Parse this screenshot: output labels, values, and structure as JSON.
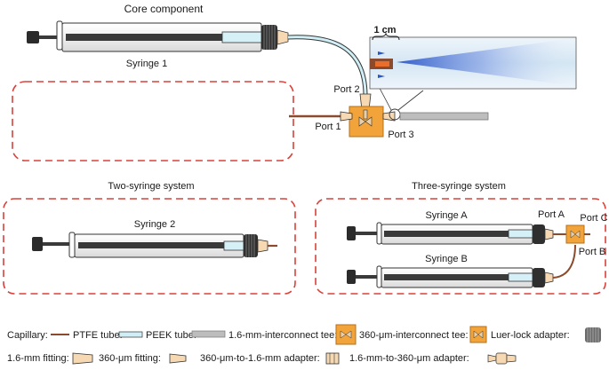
{
  "sections": {
    "core": "Core component",
    "two_syringe": "Two-syringe system",
    "three_syringe": "Three-syringe system"
  },
  "labels": {
    "syringe_1": "Syringe 1",
    "syringe_2": "Syringe 2",
    "syringe_a": "Syringe A",
    "syringe_b": "Syringe B",
    "port_1": "Port 1",
    "port_2": "Port 2",
    "port_3": "Port 3",
    "port_a": "Port A",
    "port_b": "Port B",
    "port_c": "Port C",
    "scale": "1 cm"
  },
  "legend": {
    "capillary": "Capillary:",
    "ptfe_tube": "PTFE tube:",
    "peek_tube": "PEEK tube:",
    "tee_16mm": "1.6-mm-interconnect tee:",
    "tee_360um": "360-μm-interconnect tee:",
    "luer_lock": "Luer-lock adapter:",
    "fitting_16mm": "1.6-mm fitting:",
    "fitting_360um": "360-μm fitting:",
    "adapter_360_to_16": "360-μm-to-1.6-mm adapter:",
    "adapter_16_to_360": "1.6-mm-to-360-μm adapter:"
  },
  "colors": {
    "dashed_border": "#d9413a",
    "capillary": "#8b4a2b",
    "ptfe": "#cfeef6",
    "peek": "#b9b9b9",
    "tee": "#f2a43a",
    "luer": "#6b6b6b"
  }
}
